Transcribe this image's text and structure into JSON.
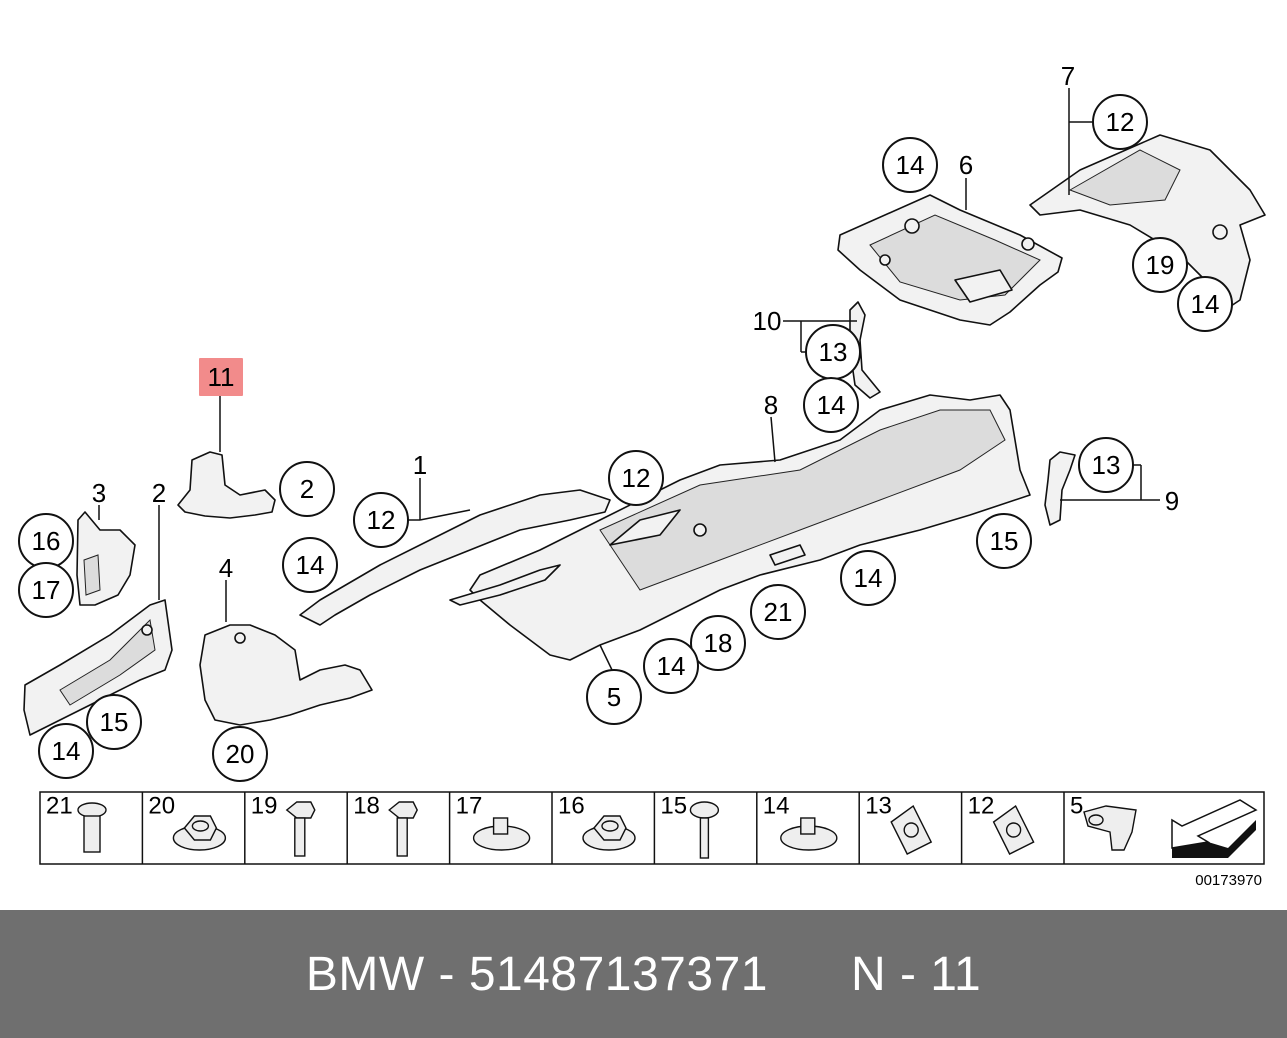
{
  "callouts": {
    "c1": "1",
    "c2a": "2",
    "c2b": "2",
    "c3": "3",
    "c4": "4",
    "c5": "5",
    "c6": "6",
    "c7": "7",
    "c8": "8",
    "c9": "9",
    "c10": "10",
    "c11": "11",
    "c12a": "12",
    "c12b": "12",
    "c12c": "12",
    "c13a": "13",
    "c13b": "13",
    "c14a": "14",
    "c14b": "14",
    "c14c": "14",
    "c14d": "14",
    "c14e": "14",
    "c14f": "14",
    "c14g": "14",
    "c15a": "15",
    "c15b": "15",
    "c16": "16",
    "c17": "17",
    "c18": "18",
    "c19": "19",
    "c20": "20",
    "c21": "21"
  },
  "highlight_color": "#f28b8b",
  "parts_table": [
    "21",
    "20",
    "19",
    "18",
    "17",
    "16",
    "15",
    "14",
    "13",
    "12",
    "5"
  ],
  "diagram_id": "00173970",
  "footer": {
    "brand": "BMW",
    "separator1": " - ",
    "part_number": "51487137371",
    "gap": "      ",
    "position_code": "N - 11"
  }
}
